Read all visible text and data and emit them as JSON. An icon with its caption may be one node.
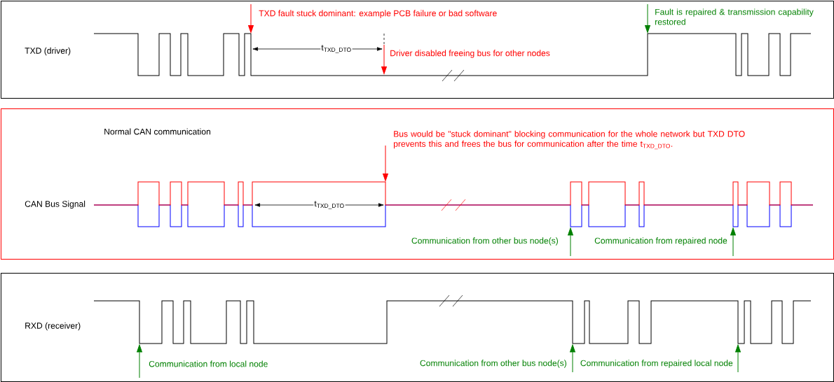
{
  "diagram": {
    "nodes": [
      {
        "text": [
          "TXD (driver)"
        ]
      },
      {
        "text": [],
        "shape": "picture",
        "in": 0
      },
      {
        "text": [
          "TXD fault stuck dominant: example PCB failure or bad software"
        ],
        "in": 0
      },
      {
        "text": [
          "Driver disabled freeing bus for other nodes"
        ],
        "in": 1
      },
      {
        "text": [
          "Fault is repaired & transmission capability restored"
        ],
        "in": 0
      },
      {
        "text": [
          "CAN Bus Signal"
        ]
      },
      {
        "text": [],
        "shape": "picture",
        "in": 5
      },
      {
        "text": [
          "Bus would be \"stuck dominant\" blocking communication for the whole network but TXD DTO prevents this and frees the bus for communication after the time t$_{TXD_DTO}$."
        ],
        "in": 5
      },
      {
        "text": [
          "Communication from other bus node(s)"
        ],
        "in": 5
      },
      {
        "text": [
          "Communication from repaired node"
        ],
        "in": 5
      },
      {
        "text": [
          "RXD (receiver)"
        ]
      },
      {
        "text": [],
        "shape": "picture",
        "in": 10
      },
      {
        "text": [
          "Communication from local node"
        ],
        "in": 10
      },
      {
        "text": [
          "Communication from other bus node(s)"
        ],
        "in": 10
      },
      {
        "text": [
          "Communication from repaired local node"
        ],
        "in": 10
      }
    ],
    "edges": [
      {
        "from": 2,
        "to": 1,
        "arrow": "to",
        "color": "#ff0000"
      },
      {
        "from": 3,
        "to": 1,
        "arrow": "to",
        "color": "#ff0000"
      },
      {
        "from": 4,
        "to": 1,
        "arrow": "to"
      },
      {
        "from": 7,
        "to": 6,
        "arrow": "to",
        "color": "#ff0000"
      },
      {
        "from": 8,
        "to": 6,
        "arrow": "to"
      },
      {
        "from": 9,
        "to": 6,
        "arrow": "to"
      },
      {
        "from": 12,
        "to": 11,
        "arrow": "to"
      },
      {
        "from": 13,
        "to": 11,
        "arrow": "to"
      },
      {
        "from": 14,
        "to": 11,
        "arrow": "to"
      }
    ],
    "labels": [
      "t$_{TXD_DTO}$",
      "Normal CAN communication",
      "t$_{TXD_DTO}$"
    ]
  }
}
